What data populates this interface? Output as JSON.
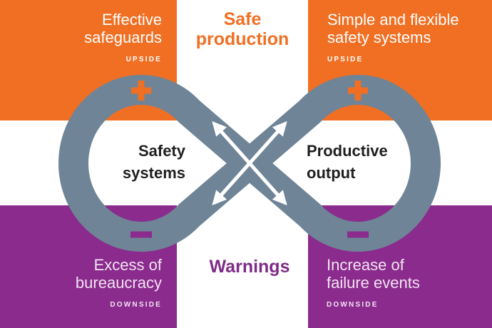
{
  "palette": {
    "orange": "#F06F23",
    "purple_box": "#8A2B8D",
    "purple_text": "#7E2C87",
    "slate_band": "#6F8496",
    "ink_text": "#1F1F1F",
    "white_text": "#FFFFFF",
    "lavender_text": "#F3E3F2"
  },
  "banners": {
    "top": {
      "lines": [
        "Safe",
        "production"
      ]
    },
    "bottom": {
      "label": "Warnings"
    }
  },
  "quadrants": {
    "top_left": {
      "lines": [
        "Effective",
        "safeguards"
      ],
      "tag": "UPSIDE"
    },
    "top_right": {
      "lines": [
        "Simple and flexible",
        "safety systems"
      ],
      "tag": "UPSIDE"
    },
    "bottom_left": {
      "lines": [
        "Excess of",
        "bureaucracy"
      ],
      "tag": "DOWNSIDE"
    },
    "bottom_right": {
      "lines": [
        "Increase of",
        "failure events"
      ],
      "tag": "DOWNSIDE"
    }
  },
  "loops": {
    "left": {
      "lines": [
        "Safety",
        "systems"
      ]
    },
    "right": {
      "lines": [
        "Productive",
        "output"
      ]
    }
  },
  "icons": {
    "left_loop_top": "plus-icon",
    "right_loop_top": "plus-icon",
    "left_loop_bottom": "minus-icon",
    "right_loop_bottom": "minus-icon",
    "center": "crossed-double-arrows-icon"
  }
}
